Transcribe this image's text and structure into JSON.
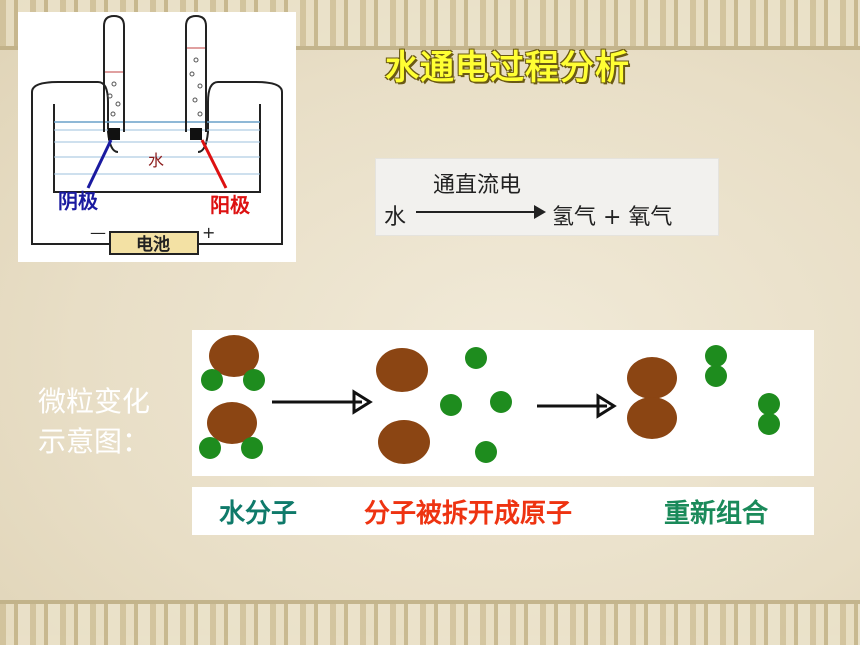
{
  "slide": {
    "title": "水通电过程分析",
    "apparatus": {
      "water_label": "水",
      "cathode_label": "阴极",
      "anode_label": "阳极",
      "battery_label": "电池",
      "minus_sign": "—",
      "plus_sign": "+"
    },
    "equation": {
      "condition": "通直流电",
      "reactant": "水",
      "products": "氢气 + 氧气"
    },
    "particle_label": "微粒变化示意图：",
    "particle_label_line1": "微粒变化",
    "particle_label_line2": "示意图：",
    "captions": [
      "水分子",
      "分子被拆开成原子",
      "重新组合"
    ],
    "colors": {
      "title": "#ffff33",
      "oxygen_atom": "#8b4513",
      "hydrogen_atom": "#1e8c1e",
      "cathode": "#1a1aa0",
      "anode": "#dd1111",
      "caption_1": "#0f7a6a",
      "caption_2": "#ee3311",
      "caption_3": "#1a8a5a"
    }
  }
}
